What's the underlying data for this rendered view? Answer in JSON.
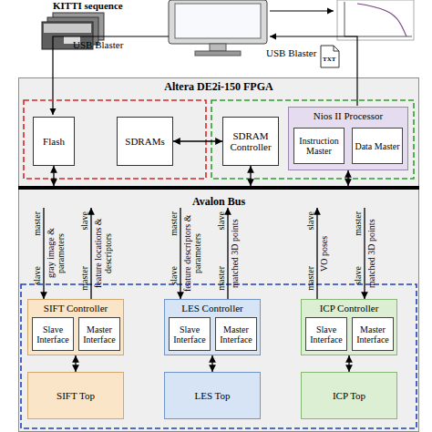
{
  "diagram": {
    "nodes": [
      {
        "text": [
          "Altera DE2i-150 FPGA"
        ]
      },
      {
        "text": [
          "Flash"
        ],
        "in": 0
      },
      {
        "text": [
          "SDRAMs"
        ],
        "in": 0
      },
      {
        "text": [
          "SDRAM Controller"
        ],
        "in": 0
      },
      {
        "text": [
          "Nios II Processor"
        ],
        "in": 0
      },
      {
        "text": [
          "Instruction Master"
        ],
        "in": 4
      },
      {
        "text": [
          "Data Master"
        ],
        "in": 4
      },
      {
        "text": [
          "Avalon Bus"
        ],
        "in": 0
      },
      {
        "text": [
          "SIFT Controller"
        ],
        "in": 0
      },
      {
        "text": [
          "Slave Interface"
        ],
        "in": 8
      },
      {
        "text": [
          "Master Interface"
        ],
        "in": 8
      },
      {
        "text": [
          "LES Controller"
        ],
        "in": 0
      },
      {
        "text": [
          "Slave Interface"
        ],
        "in": 11
      },
      {
        "text": [
          "Master Interface"
        ],
        "in": 11
      },
      {
        "text": [
          "ICP Controller"
        ],
        "in": 0
      },
      {
        "text": [
          "Slave Interface"
        ],
        "in": 14
      },
      {
        "text": [
          "Master Interface"
        ],
        "in": 14
      },
      {
        "text": [
          "SIFT Top"
        ],
        "in": 0
      },
      {
        "text": [
          "LES Top"
        ],
        "in": 0
      },
      {
        "text": [
          "ICP Top"
        ],
        "in": 0
      }
    ],
    "edges": [
      {
        "from": 1,
        "to": 7,
        "arrow": "both"
      },
      {
        "from": 2,
        "to": 3,
        "arrow": "both"
      },
      {
        "from": 3,
        "to": 7,
        "arrow": "both"
      },
      {
        "from": 4,
        "to": 7,
        "arrow": "both"
      },
      {
        "from": 7,
        "to": 8,
        "label": "gray image & parameters",
        "arrow": "to"
      },
      {
        "from": 8,
        "to": 7,
        "label": "feature locations & descriptors",
        "arrow": "to"
      },
      {
        "from": 7,
        "to": 11,
        "label": "feature descriptors & parameters",
        "arrow": "to"
      },
      {
        "from": 11,
        "to": 7,
        "label": "matched 3D points",
        "arrow": "to"
      },
      {
        "from": 14,
        "to": 7,
        "label": "VO poses",
        "arrow": "to"
      },
      {
        "from": 7,
        "to": 14,
        "label": "matched 3D points",
        "arrow": "to"
      },
      {
        "from": 8,
        "to": 17,
        "arrow": "both"
      },
      {
        "from": 11,
        "to": 18,
        "arrow": "both"
      },
      {
        "from": 14,
        "to": 19,
        "arrow": "both"
      }
    ],
    "labels": [
      "KITTI sequence",
      "USB Blaster",
      "USB Blaster",
      "TXT",
      "master",
      "slave",
      "slave",
      "master",
      "master",
      "slave",
      "slave",
      "master",
      "slave",
      "master",
      "master",
      "slave"
    ]
  }
}
